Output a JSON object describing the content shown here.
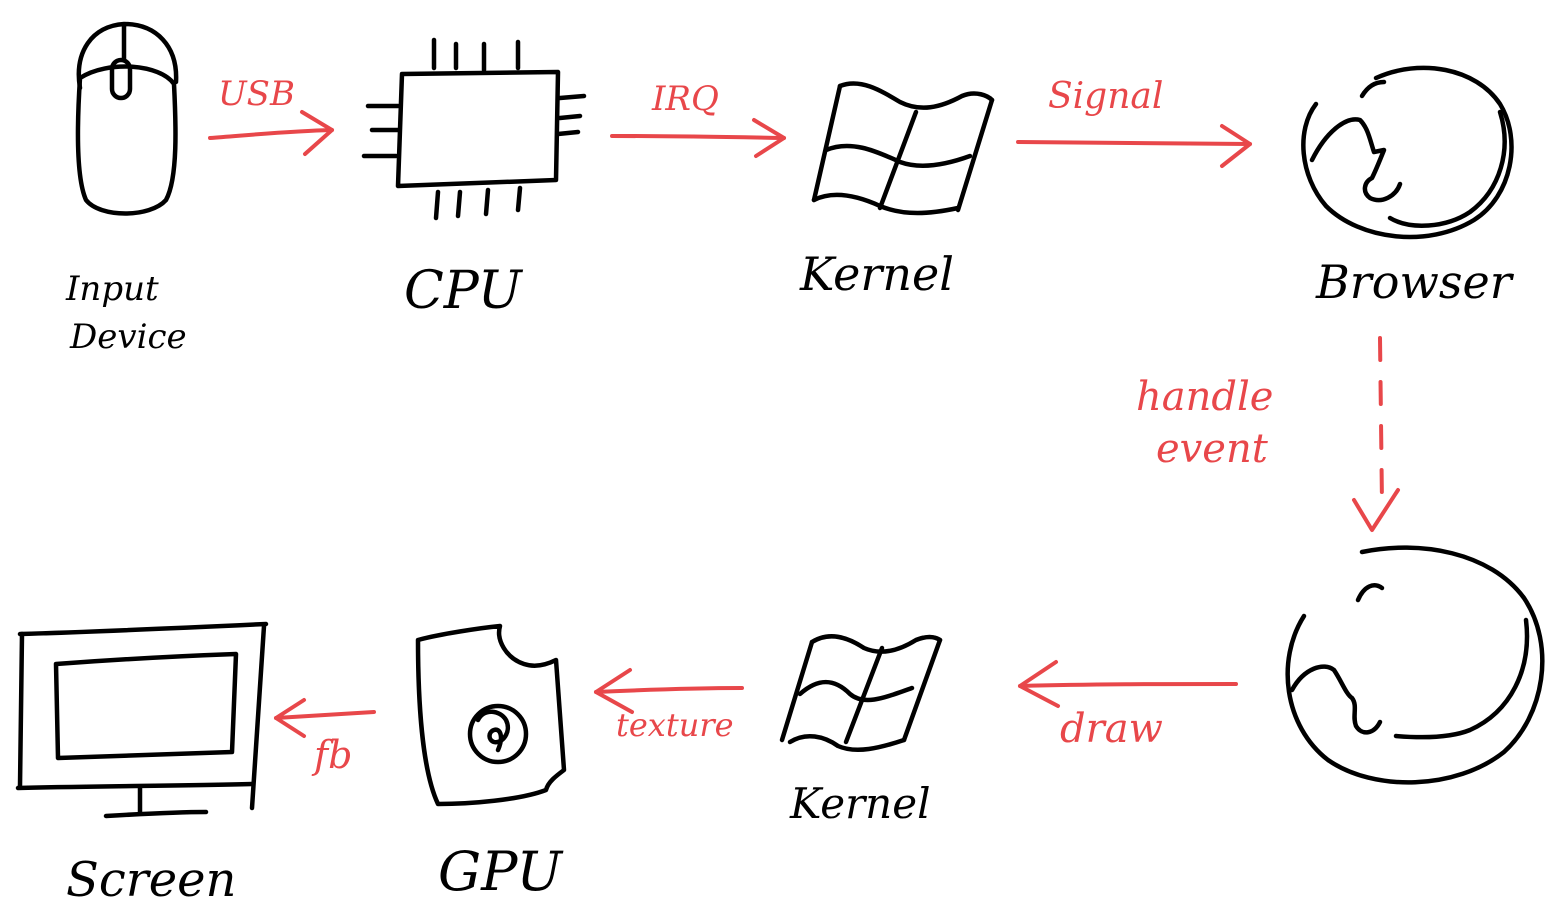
{
  "nodes": {
    "input_device": {
      "label_line1": "Input",
      "label_line2": "Device",
      "icon": "mouse-icon"
    },
    "cpu": {
      "label": "CPU",
      "icon": "chip-icon"
    },
    "kernel_top": {
      "label": "Kernel",
      "icon": "windows-flag-icon"
    },
    "browser_top": {
      "label": "Browser",
      "icon": "firefox-icon"
    },
    "browser_bottom": {
      "label": "",
      "icon": "firefox-icon"
    },
    "kernel_bottom": {
      "label": "Kernel",
      "icon": "windows-flag-icon"
    },
    "gpu": {
      "label": "GPU",
      "icon": "gpu-card-icon"
    },
    "screen": {
      "label": "Screen",
      "icon": "monitor-icon"
    }
  },
  "edges": {
    "usb": "USB",
    "irq": "IRQ",
    "signal": "Signal",
    "handle_event_line1": "handle",
    "handle_event_line2": "event",
    "draw": "draw",
    "texture": "texture",
    "fb": "fb"
  },
  "colors": {
    "ink": "#000000",
    "accent": "#e8474a",
    "background": "#ffffff"
  }
}
